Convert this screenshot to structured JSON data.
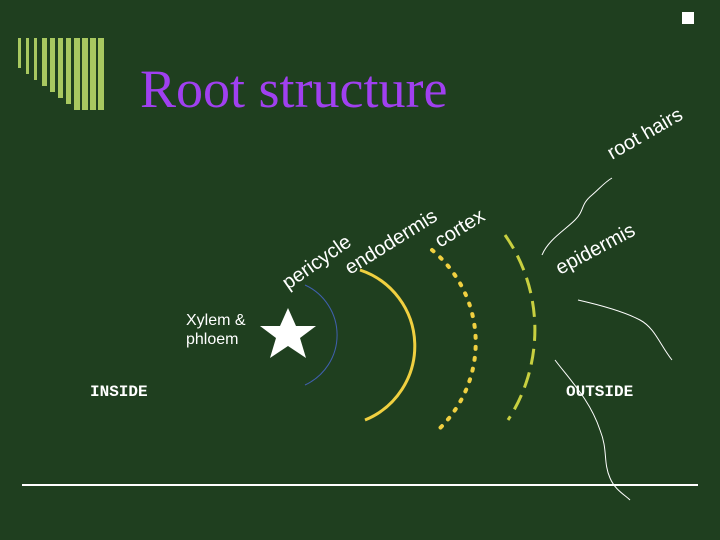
{
  "title": "Root structure",
  "labels": {
    "root_hairs": "root hairs",
    "epidermis": "epidermis",
    "cortex": "cortex",
    "endodermis": "endodermis",
    "pericycle": "pericycle",
    "xylem_line1": "Xylem &",
    "xylem_line2": "phloem",
    "inside": "INSIDE",
    "outside": "OUTSIDE"
  },
  "colors": {
    "background": "#1f3f1f",
    "title": "#a040f0",
    "accent_yellow": "#f0d040",
    "pericycle_blue": "#4060b0",
    "bar_green": "#a8c860",
    "text": "#ffffff"
  }
}
